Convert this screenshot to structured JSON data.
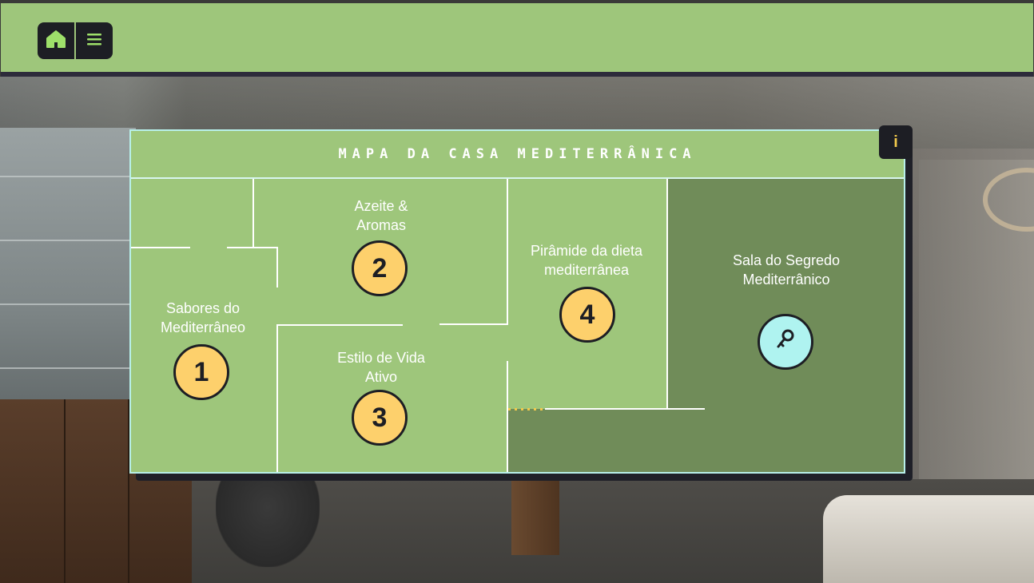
{
  "header": {
    "home_icon": "home-icon",
    "menu_icon": "menu-icon",
    "accent_color": "#9ec67b",
    "dark_color": "#1d1e24"
  },
  "map": {
    "title": "MAPA DA CASA MEDITERRÂNICA",
    "info_label": "i",
    "rooms": [
      {
        "label": "Sabores do Mediterrâneo",
        "badge": "1"
      },
      {
        "label": "Azeite & Aromas",
        "badge": "2"
      },
      {
        "label": "Estilo de Vida Ativo",
        "badge": "3"
      },
      {
        "label": "Pirâmide da dieta mediterrânea",
        "badge": "4"
      },
      {
        "label": "Sala do Segredo Mediterrânico",
        "badge_icon": "key-icon"
      }
    ],
    "badge_color": "#fdd06c",
    "key_badge_color": "#aff3f0",
    "locked_room_color": "#708c59"
  }
}
